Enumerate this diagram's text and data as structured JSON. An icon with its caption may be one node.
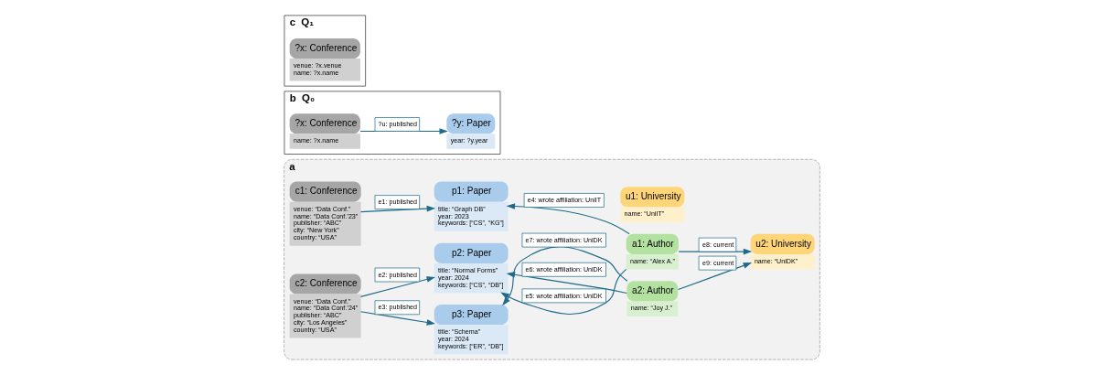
{
  "diagram": {
    "nodes": [
      {
        "text": [
          "a"
        ]
      },
      {
        "text": [
          "c1: Conference",
          "venue: “Data Conf.”",
          "name: “Data Conf.’23”",
          "publisher: “ABC”",
          "city: “New York”",
          "country: “USA”"
        ],
        "in": 0
      },
      {
        "text": [
          "p1: Paper",
          "title: “Graph DB”",
          "year: 2023",
          "keywords: [“CS”, “KG”]"
        ],
        "in": 0
      },
      {
        "text": [
          "u1: University",
          "name: “UniIT”"
        ],
        "in": 0
      },
      {
        "text": [
          "a1: Author",
          "name: “Alex A.”"
        ],
        "in": 0
      },
      {
        "text": [
          "c2: Conference",
          "venue: “Data Conf.”",
          "name: “Data Conf.’24”",
          "publisher: “ABC”",
          "city: “Los Angeles”",
          "country: “USA”"
        ],
        "in": 0
      },
      {
        "text": [
          "p2: Paper",
          "title: “Normal Forms”",
          "year: 2024",
          "keywords: [“CS”, “DB”]"
        ],
        "in": 0
      },
      {
        "text": [
          "u2: University",
          "name: “UniDK”"
        ],
        "in": 0
      },
      {
        "text": [
          "p3: Paper",
          "title: “Schema”",
          "year: 2024",
          "keywords: [“ER”, “DB”]"
        ],
        "in": 0
      },
      {
        "text": [
          "a2: Author",
          "name: “Joy J.”"
        ],
        "in": 0
      },
      {
        "text": [
          "b",
          "Q₀"
        ]
      },
      {
        "text": [
          "?x: Conference",
          "name: ?x.name"
        ],
        "in": 10
      },
      {
        "text": [
          "?y: Paper",
          "year: ?y.year"
        ],
        "in": 10
      },
      {
        "text": [
          "c",
          "Q₁"
        ]
      },
      {
        "text": [
          "?x: Conference",
          "venue: ?x.venue",
          "name: ?x.name"
        ],
        "in": 13
      }
    ],
    "edges": [
      {
        "from": 1,
        "to": 2,
        "arrow": "to",
        "label": "e1: published"
      },
      {
        "from": 5,
        "to": 6,
        "arrow": "to",
        "label": "e2: published"
      },
      {
        "from": 5,
        "to": 8,
        "arrow": "to",
        "label": "e3: published"
      },
      {
        "from": 4,
        "to": 2,
        "arrow": "to",
        "label": "e4: wrote affiliation: UniIT"
      },
      {
        "from": 4,
        "to": 6,
        "arrow": "to",
        "label": "e5: wrote affiliation: UniDK"
      },
      {
        "from": 9,
        "to": 6,
        "arrow": "to",
        "label": "e6: wrote affiliation: UniDK"
      },
      {
        "from": 9,
        "to": 8,
        "arrow": "to",
        "label": "e7: wrote affiliation: UniDK"
      },
      {
        "from": 4,
        "to": 7,
        "arrow": "to",
        "label": "e8: current"
      },
      {
        "from": 9,
        "to": 7,
        "arrow": "to",
        "label": "e9: current"
      },
      {
        "from": 11,
        "to": 12,
        "arrow": "to",
        "label": "?u: published"
      }
    ]
  }
}
